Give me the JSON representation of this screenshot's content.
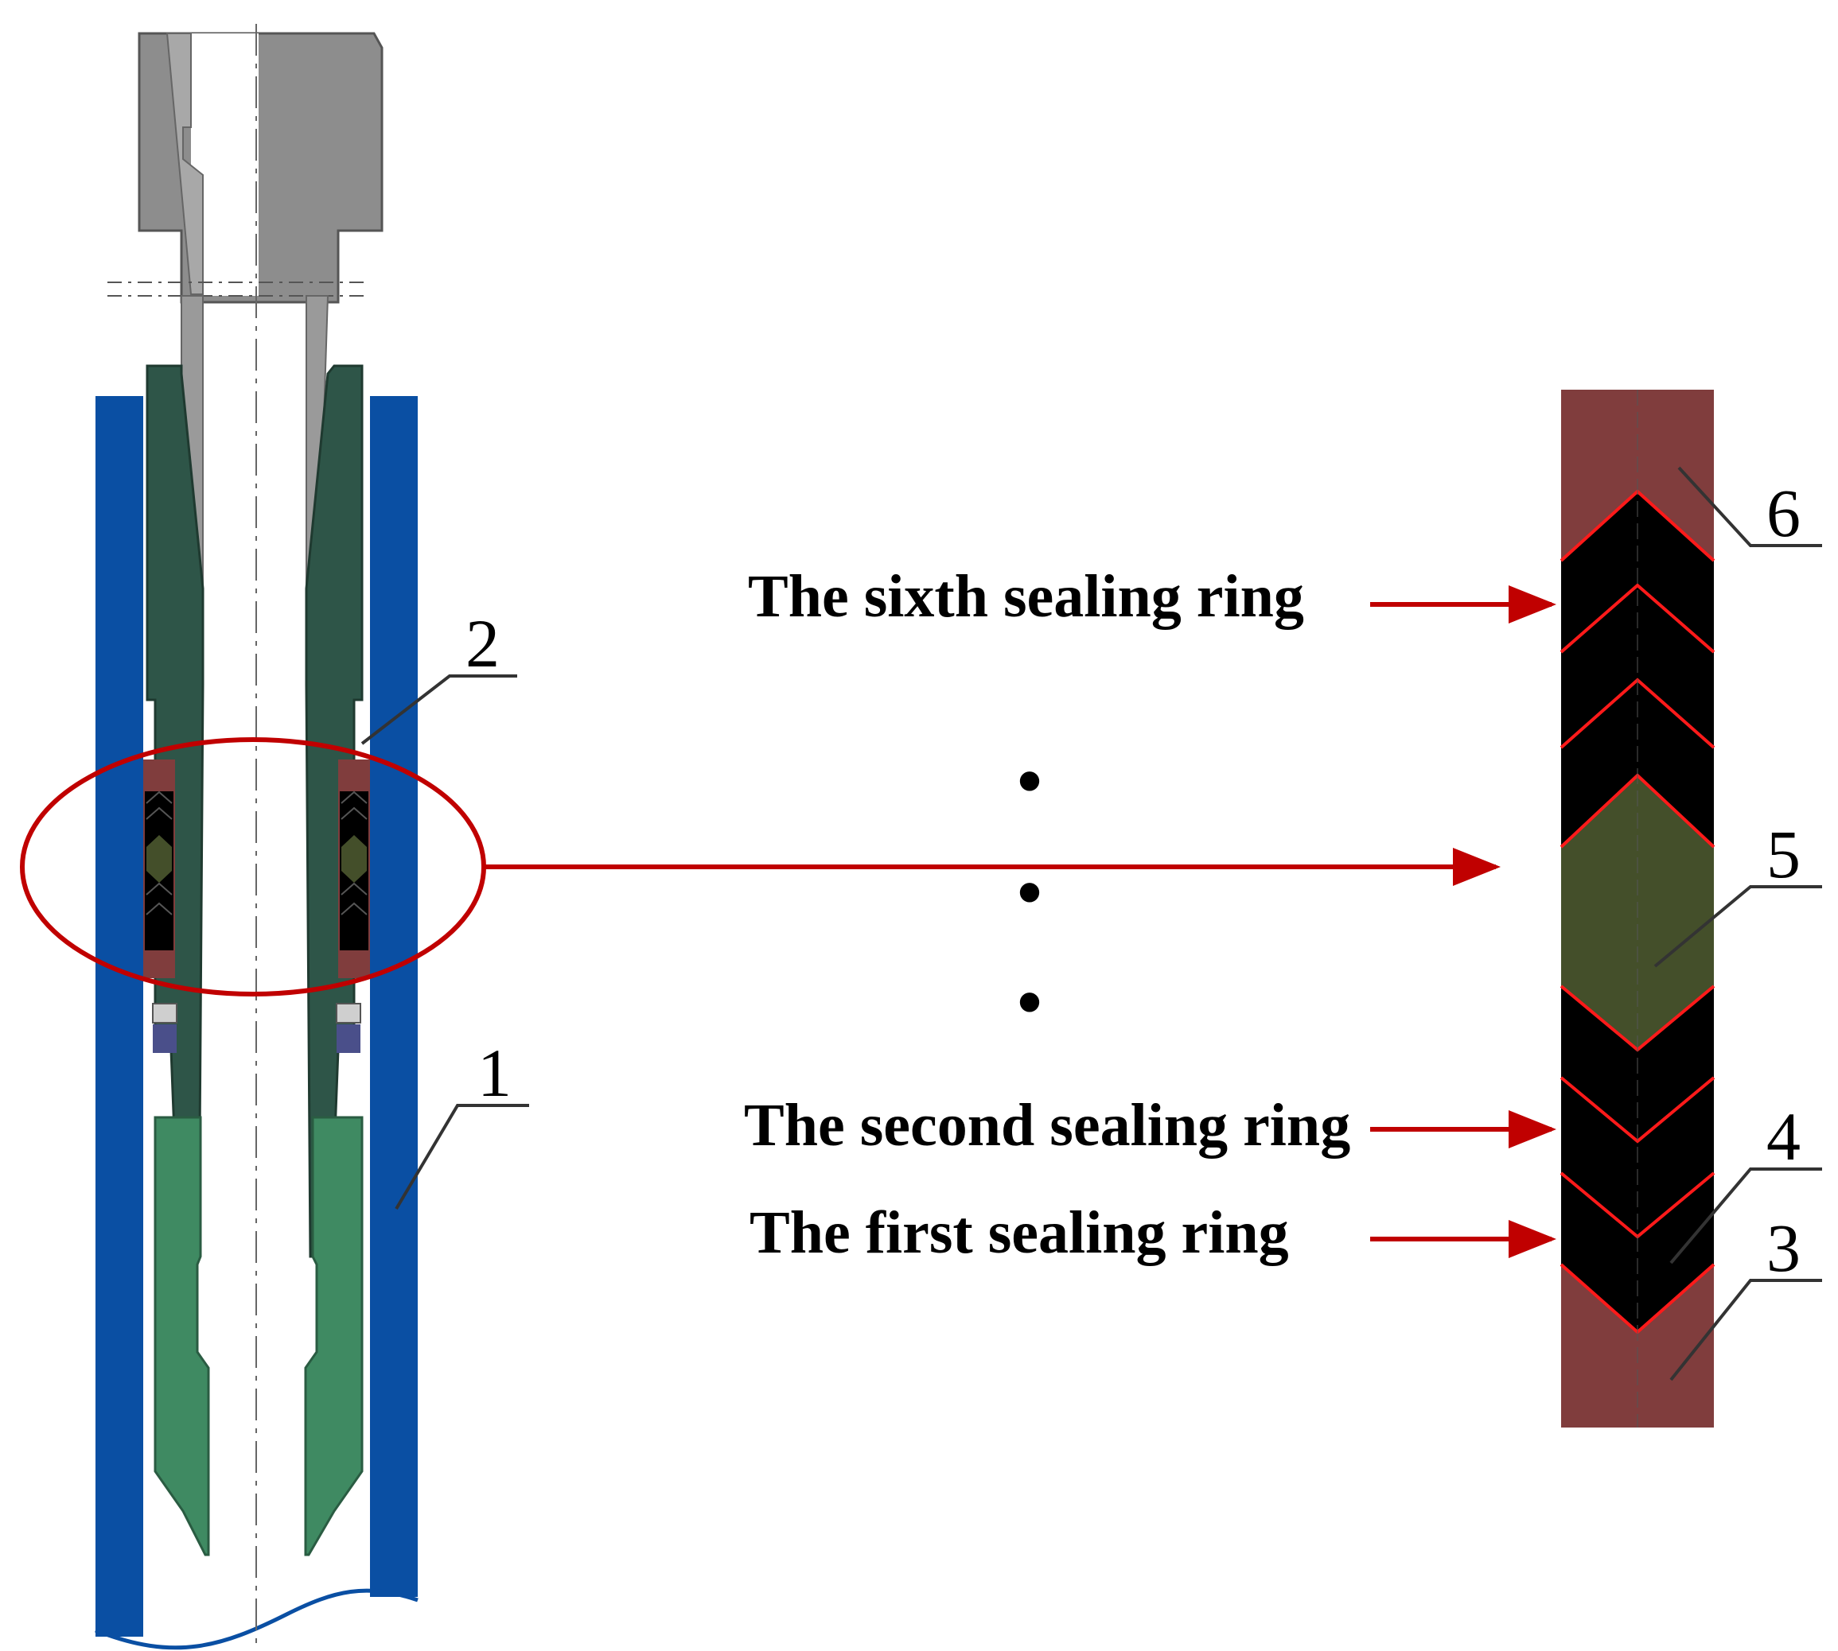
{
  "labels": {
    "sixth": "The sixth sealing ring",
    "second": "The second sealing ring",
    "first": "The first sealing ring"
  },
  "callouts": {
    "n1": "1",
    "n2": "2",
    "n3": "3",
    "n4": "4",
    "n5": "5",
    "n6": "6"
  },
  "ellipsis": "•",
  "colors": {
    "tubing_blue": "#0a4fa3",
    "mandrel_dark_green": "#2e5548",
    "lower_green": "#3f8a62",
    "top_gray": "#8d8d8d",
    "ring_brown": "#803d3d",
    "seal_black": "#000000",
    "seal_olive": "#444f2a",
    "seal_edge_red": "#ff1a1a",
    "arrow_red": "#c00000"
  }
}
